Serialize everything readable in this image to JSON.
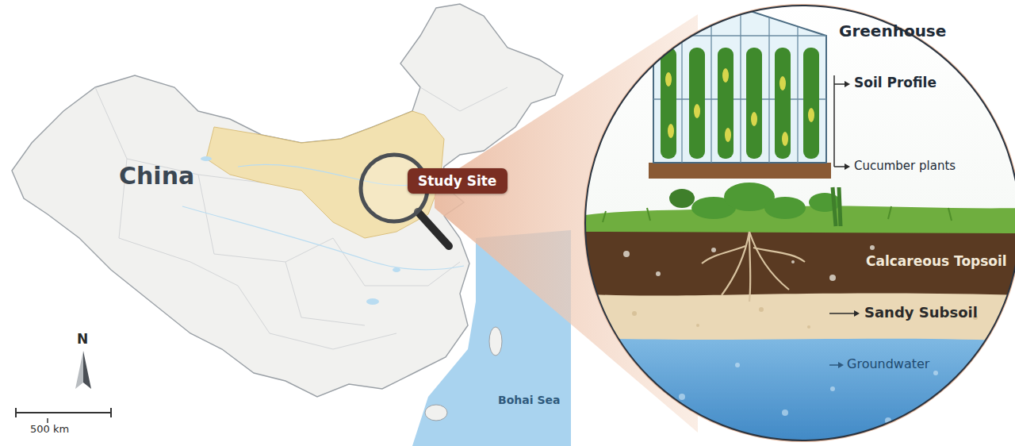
{
  "diagram": {
    "nodes": [
      {
        "text": [
          "Study Site"
        ]
      }
    ],
    "labels": [
      "China",
      "N",
      "500 km",
      "Bohai Sea",
      "Greenhouse",
      "Soil Profile",
      "Cucumber plants",
      "Calcareous Topsoil",
      "Sandy Subsoil",
      "Groundwater"
    ]
  }
}
